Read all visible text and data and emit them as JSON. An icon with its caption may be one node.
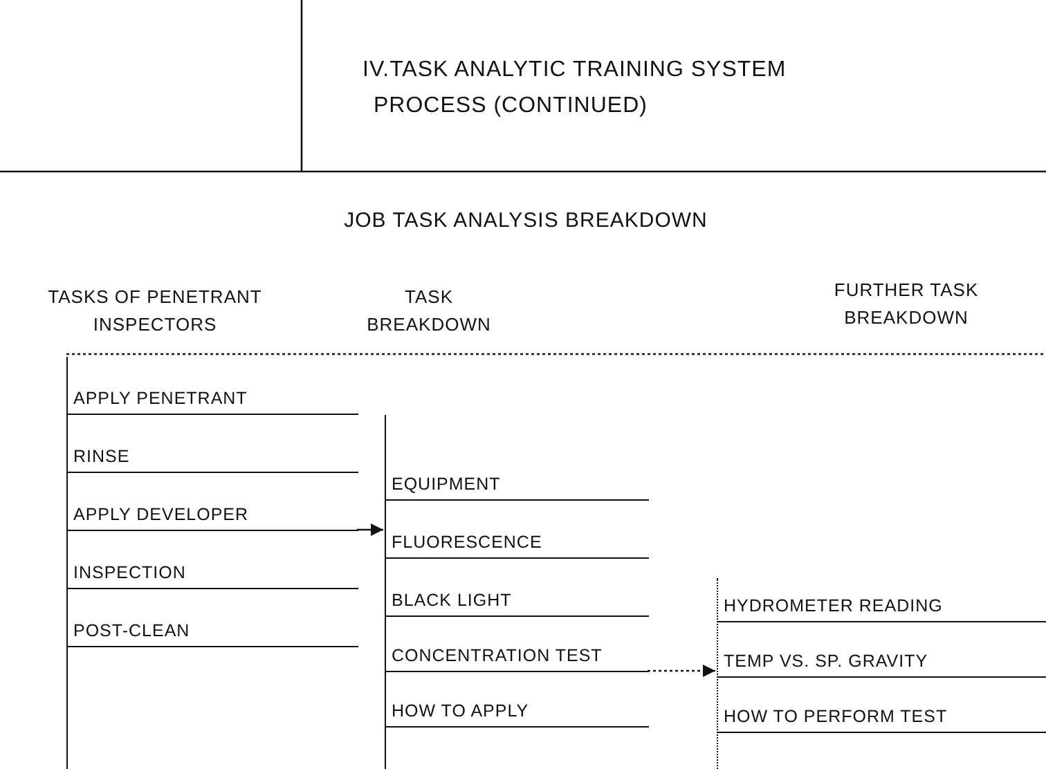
{
  "diagram": {
    "title": "IV.TASK ANALYTIC TRAINING SYSTEM PROCESS (CONTINUED)",
    "nodes": [
      {
        "text": [],
        "shape": "box"
      },
      {
        "text": [
          "APPLY PENETRANT"
        ],
        "in": 0
      },
      {
        "text": [
          "RINSE"
        ],
        "in": 0
      },
      {
        "text": [
          "APPLY DEVELOPER"
        ],
        "in": 0
      },
      {
        "text": [
          "INSPECTION"
        ],
        "in": 0
      },
      {
        "text": [
          "POST-CLEAN"
        ],
        "in": 0
      },
      {
        "text": [],
        "shape": "box"
      },
      {
        "text": [
          "EQUIPMENT"
        ],
        "in": 6
      },
      {
        "text": [
          "FLUORESCENCE"
        ],
        "in": 6
      },
      {
        "text": [
          "BLACK LIGHT"
        ],
        "in": 6
      },
      {
        "text": [
          "CONCENTRATION TEST"
        ],
        "in": 6
      },
      {
        "text": [
          "HOW TO APPLY"
        ],
        "in": 6
      },
      {
        "text": [],
        "shape": "box"
      },
      {
        "text": [
          "HYDROMETER READING"
        ],
        "in": 12
      },
      {
        "text": [
          "TEMP VS. SP. GRAVITY"
        ],
        "in": 12
      },
      {
        "text": [
          "HOW TO PERFORM TEST"
        ],
        "in": 12
      }
    ],
    "edges": [
      {
        "from": 3,
        "to": 6,
        "arrow": "to"
      },
      {
        "from": 10,
        "to": 12,
        "arrow": "to",
        "style": "dashed"
      }
    ],
    "labels": [
      "JOB TASK ANALYSIS BREAKDOWN",
      "TASKS OF PENETRANT INSPECTORS",
      "TASK BREAKDOWN",
      "FURTHER TASK BREAKDOWN"
    ]
  }
}
